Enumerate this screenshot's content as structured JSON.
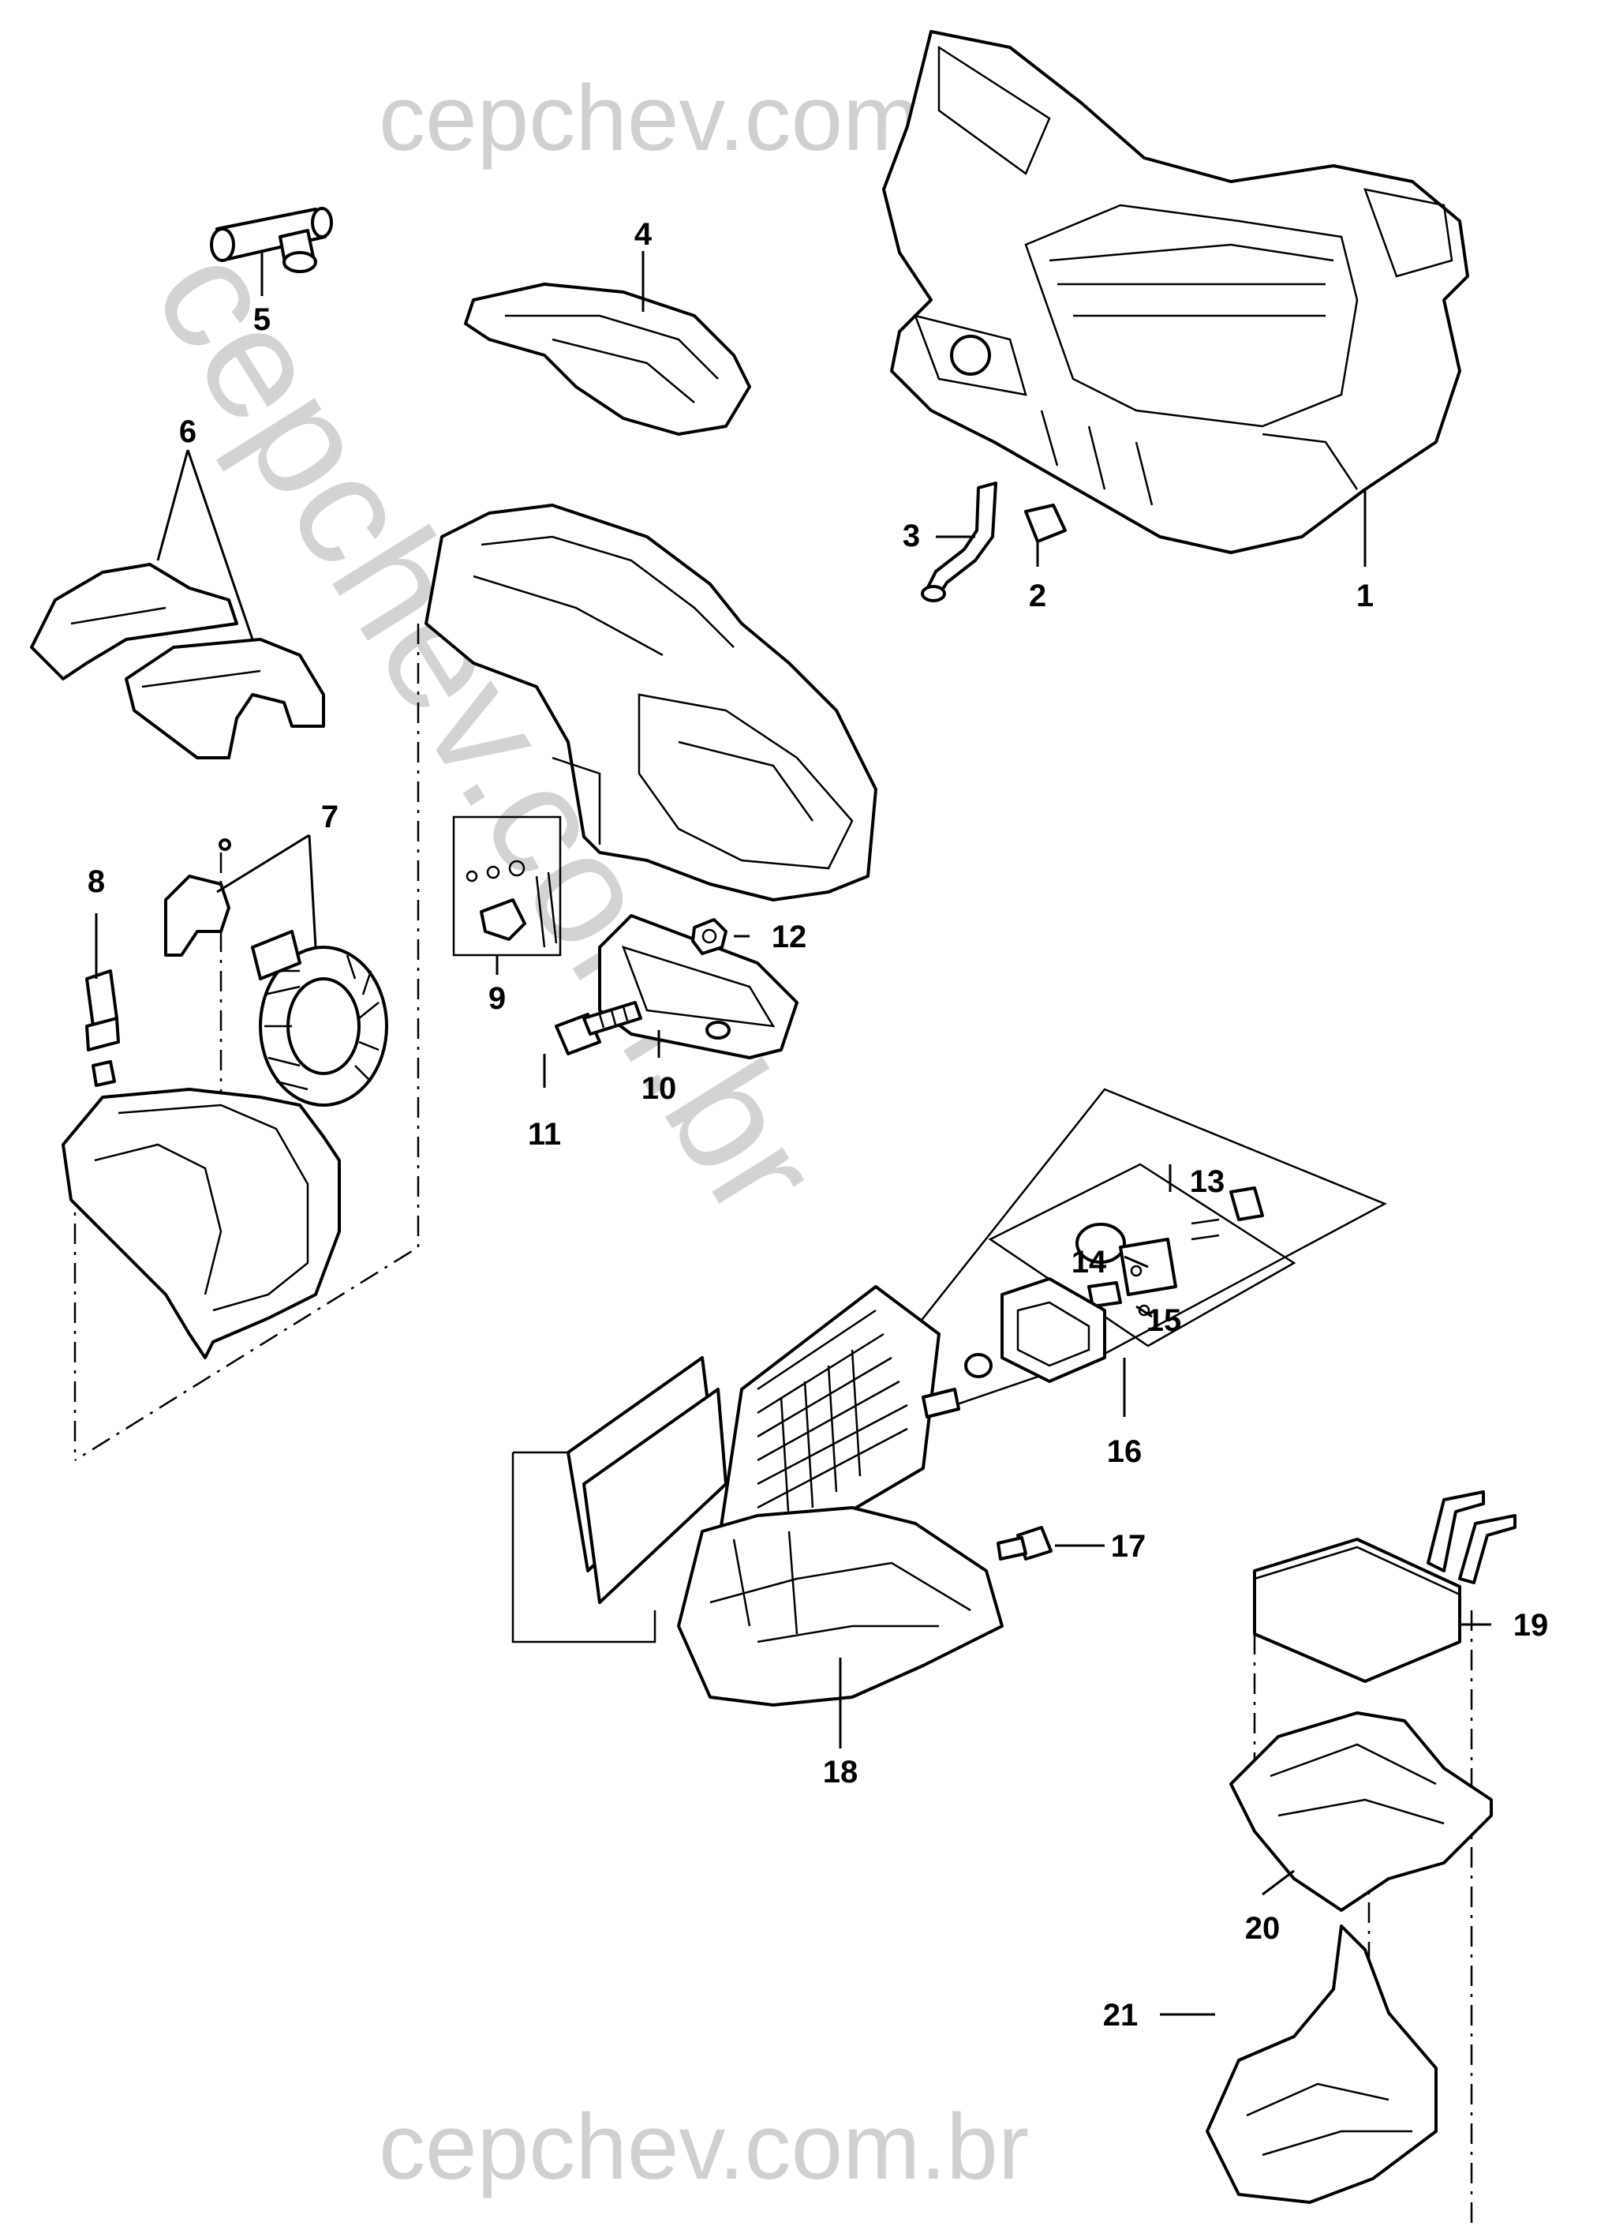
{
  "watermark": {
    "top": "cepchev.com.br",
    "bottom": "cepchev.com.br",
    "diagonal": "cepchev.com.br",
    "color": "#c8c8c8"
  },
  "callouts": {
    "c1": "1",
    "c2": "2",
    "c3": "3",
    "c4": "4",
    "c5": "5",
    "c6": "6",
    "c7": "7",
    "c8": "8",
    "c9": "9",
    "c10": "10",
    "c11": "11",
    "c12": "12",
    "c13": "13",
    "c14": "14",
    "c15": "15",
    "c16": "16",
    "c17": "17",
    "c18": "18",
    "c19": "19",
    "c20": "20",
    "c21": "21"
  }
}
